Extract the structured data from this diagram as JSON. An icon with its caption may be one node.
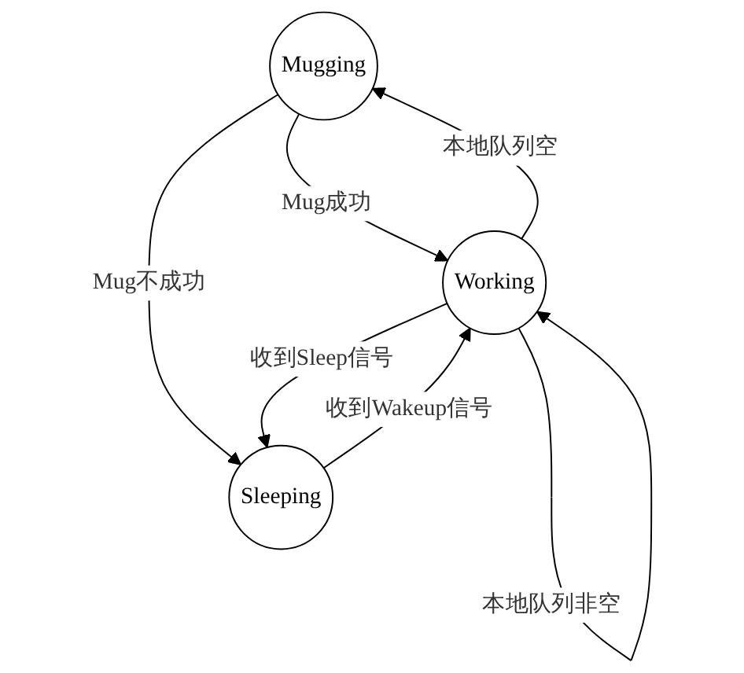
{
  "diagram": {
    "nodes": [
      {
        "text": [
          "Mugging"
        ]
      },
      {
        "text": [
          "Working"
        ]
      },
      {
        "text": [
          "Sleeping"
        ]
      }
    ],
    "edges": [
      {
        "from": 1,
        "to": 0,
        "arrow": "to",
        "label": "本地队列空"
      },
      {
        "from": 0,
        "to": 1,
        "arrow": "to",
        "label": "Mug成功"
      },
      {
        "from": 0,
        "to": 2,
        "arrow": "to",
        "label": "Mug不成功"
      },
      {
        "from": 1,
        "to": 2,
        "arrow": "to",
        "label": "收到Sleep信号"
      },
      {
        "from": 2,
        "to": 1,
        "arrow": "to",
        "label": "收到Wakeup信号"
      },
      {
        "from": 1,
        "to": 1,
        "arrow": "to",
        "label": "本地队列非空"
      }
    ]
  }
}
